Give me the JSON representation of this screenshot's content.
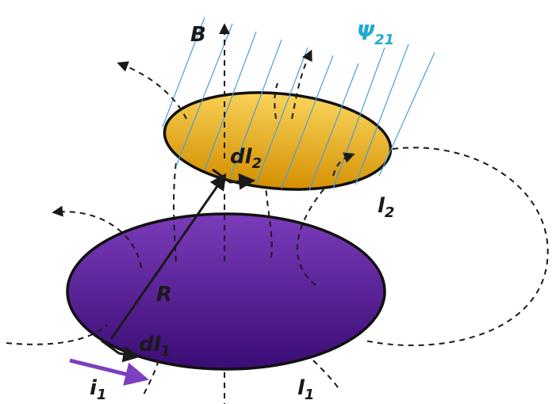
{
  "labels": {
    "B": "B",
    "psi": "Ψ",
    "psi_sub": "21",
    "dl2": "dl",
    "dl2_sub": "2",
    "l2": "l",
    "l2_sub": "2",
    "R": "R",
    "dl1": "dl",
    "dl1_sub": "1",
    "i1": "i",
    "i1_sub": "1",
    "l1": "l",
    "l1_sub": "1"
  },
  "colors": {
    "upper_loop_light": "#f7c948",
    "upper_loop_dark": "#d99a06",
    "lower_loop_light": "#7a3ab8",
    "lower_loop_dark": "#3d0f78",
    "current_arrow": "#7b3fbf",
    "flux_lines": "#4a9fd8",
    "psi_label": "#22aacc"
  }
}
